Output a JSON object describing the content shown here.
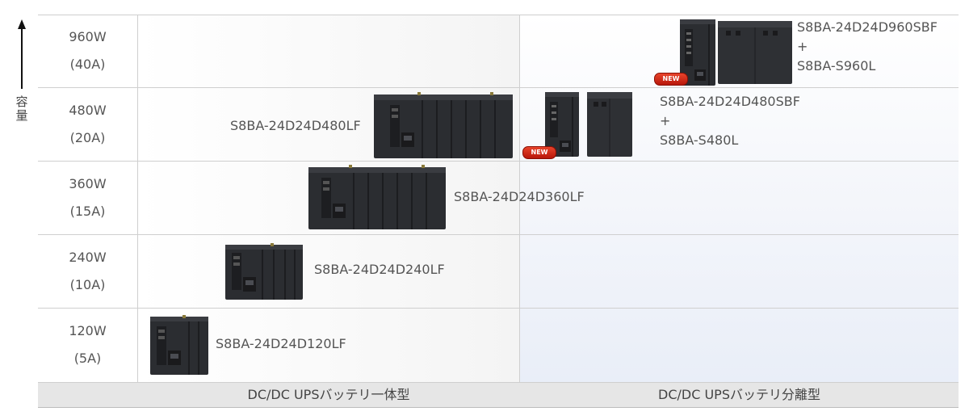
{
  "axis": {
    "label": "容量",
    "direction": "up"
  },
  "rows": [
    {
      "power": "960W",
      "current": "(40A)"
    },
    {
      "power": "480W",
      "current": "(20A)"
    },
    {
      "power": "360W",
      "current": "(15A)"
    },
    {
      "power": "240W",
      "current": "(10A)"
    },
    {
      "power": "120W",
      "current": "(5A)"
    }
  ],
  "columns": [
    {
      "label": "DC/DC UPSバッテリ一体型"
    },
    {
      "label": "DC/DC UPSバッテリ分離型"
    }
  ],
  "products": {
    "p960sbf": {
      "line1": "S8BA-24D24D960SBF",
      "plus": "+",
      "line2": "S8BA-S960L",
      "badge": "NEW"
    },
    "p480sbf": {
      "line1": "S8BA-24D24D480SBF",
      "plus": "+",
      "line2": "S8BA-S480L",
      "badge": "NEW"
    },
    "p480lf": {
      "label": "S8BA-24D24D480LF"
    },
    "p360lf": {
      "label": "S8BA-24D24D360LF"
    },
    "p240lf": {
      "label": "S8BA-24D24D240LF"
    },
    "p120lf": {
      "label": "S8BA-24D24D120LF"
    }
  },
  "colors": {
    "device": "#2b2d31",
    "badge": "#d22a16",
    "grid_line": "#cfcfcf",
    "footer_bg": "#e6e6e6",
    "col2_tint": "#e9eef8"
  }
}
